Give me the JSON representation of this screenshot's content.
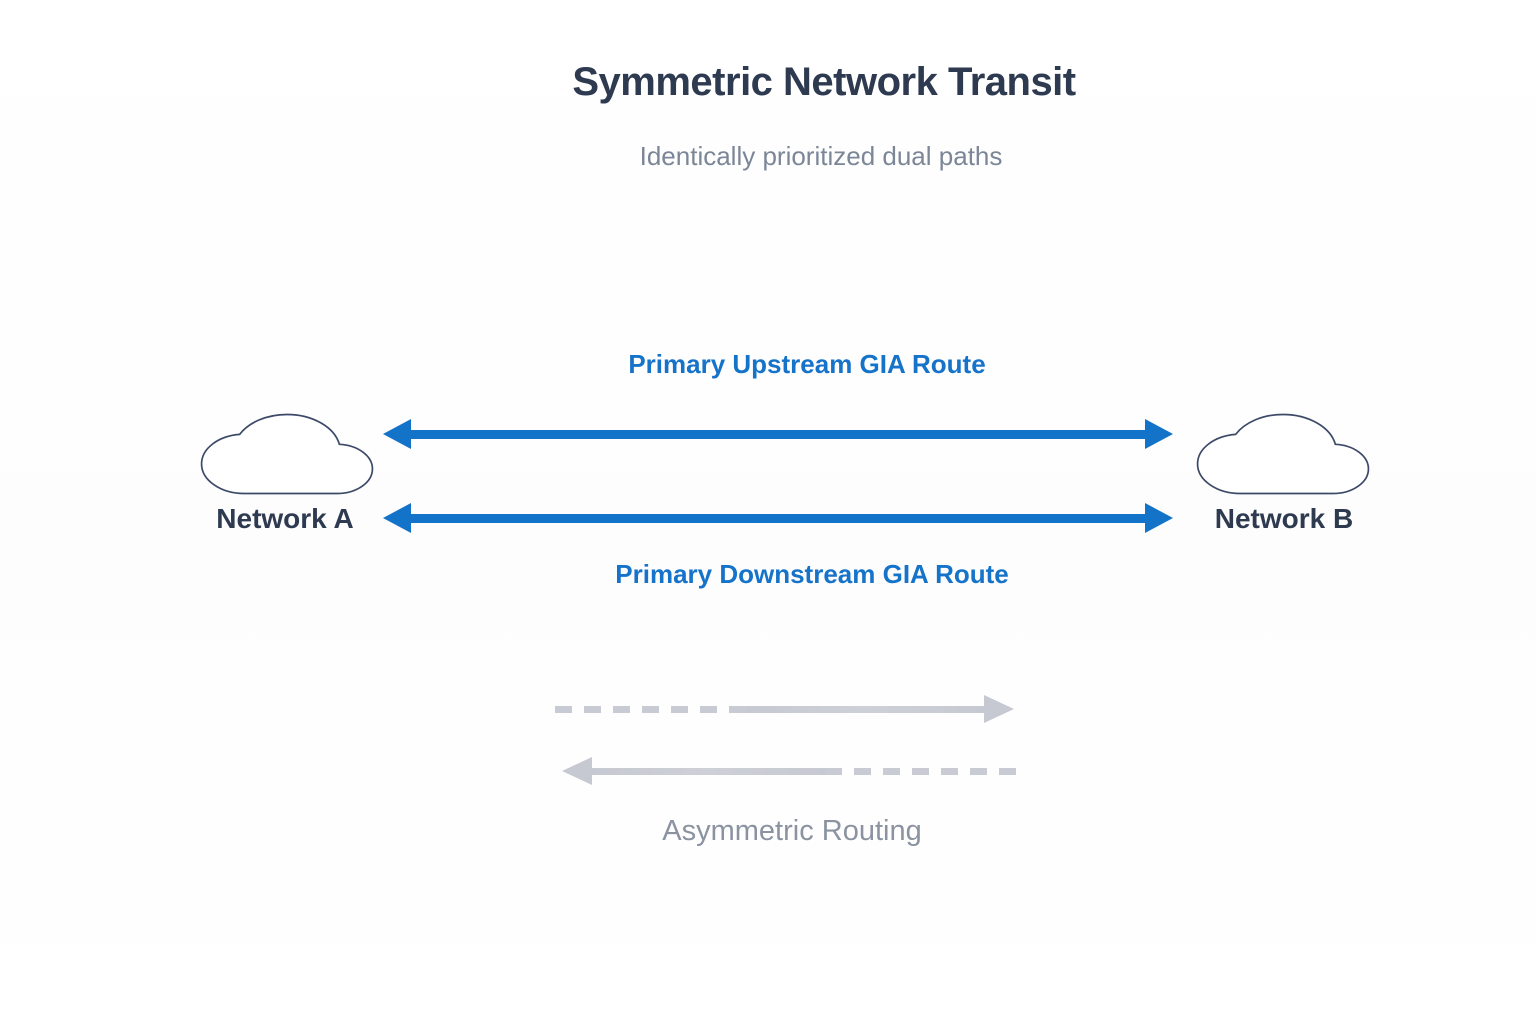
{
  "title": {
    "text": "Symmetric Network Transit",
    "color": "#2e3a50"
  },
  "subtitle": {
    "text": "Identically prioritized dual paths",
    "color": "#7b8696"
  },
  "diagram": {
    "nodes": [
      {
        "id": "network-a",
        "label": "Network A",
        "shape": "cloud",
        "outline_color": "#3c4a68"
      },
      {
        "id": "network-b",
        "label": "Network B",
        "shape": "cloud",
        "outline_color": "#3c4a68"
      }
    ],
    "routes": [
      {
        "label": "Primary Upstream GIA Route",
        "direction": "bidirectional",
        "style": "solid",
        "color": "#1273c8"
      },
      {
        "label": "Primary Downstream GIA Route",
        "direction": "bidirectional",
        "style": "solid",
        "color": "#1273c8"
      }
    ],
    "asymmetric": {
      "label": "Asymmetric Routing",
      "label_color": "#8b93a1",
      "arrow_color": "#c6c9d1",
      "arrows": [
        {
          "direction": "right",
          "style": "dashed-then-solid"
        },
        {
          "direction": "left",
          "style": "solid-then-dashed"
        }
      ]
    }
  }
}
